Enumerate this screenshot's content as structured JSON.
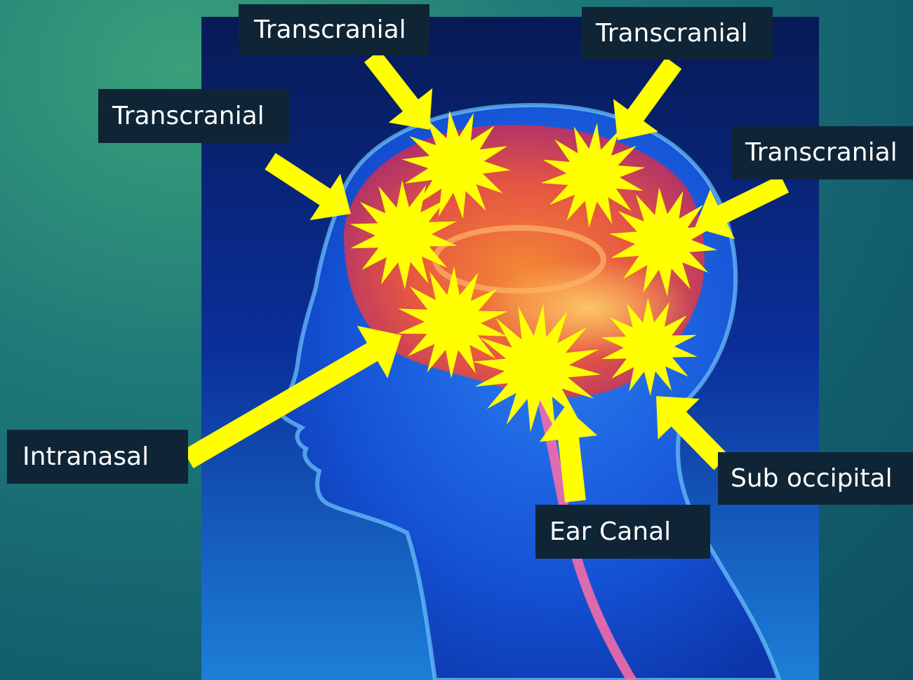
{
  "labels": {
    "transcranial_top_left": "Transcranial",
    "transcranial_top_right": "Transcranial",
    "transcranial_left": "Transcranial",
    "transcranial_right": "Transcranial",
    "intranasal": "Intranasal",
    "sub_occipital": "Sub occipital",
    "ear_canal": "Ear Canal"
  },
  "colors": {
    "arrow": "#ffff00",
    "label_background": "#0f2536",
    "label_text": "#ffffff",
    "panel_background": "#0b2a8a",
    "brain": "#ff6a2a"
  }
}
